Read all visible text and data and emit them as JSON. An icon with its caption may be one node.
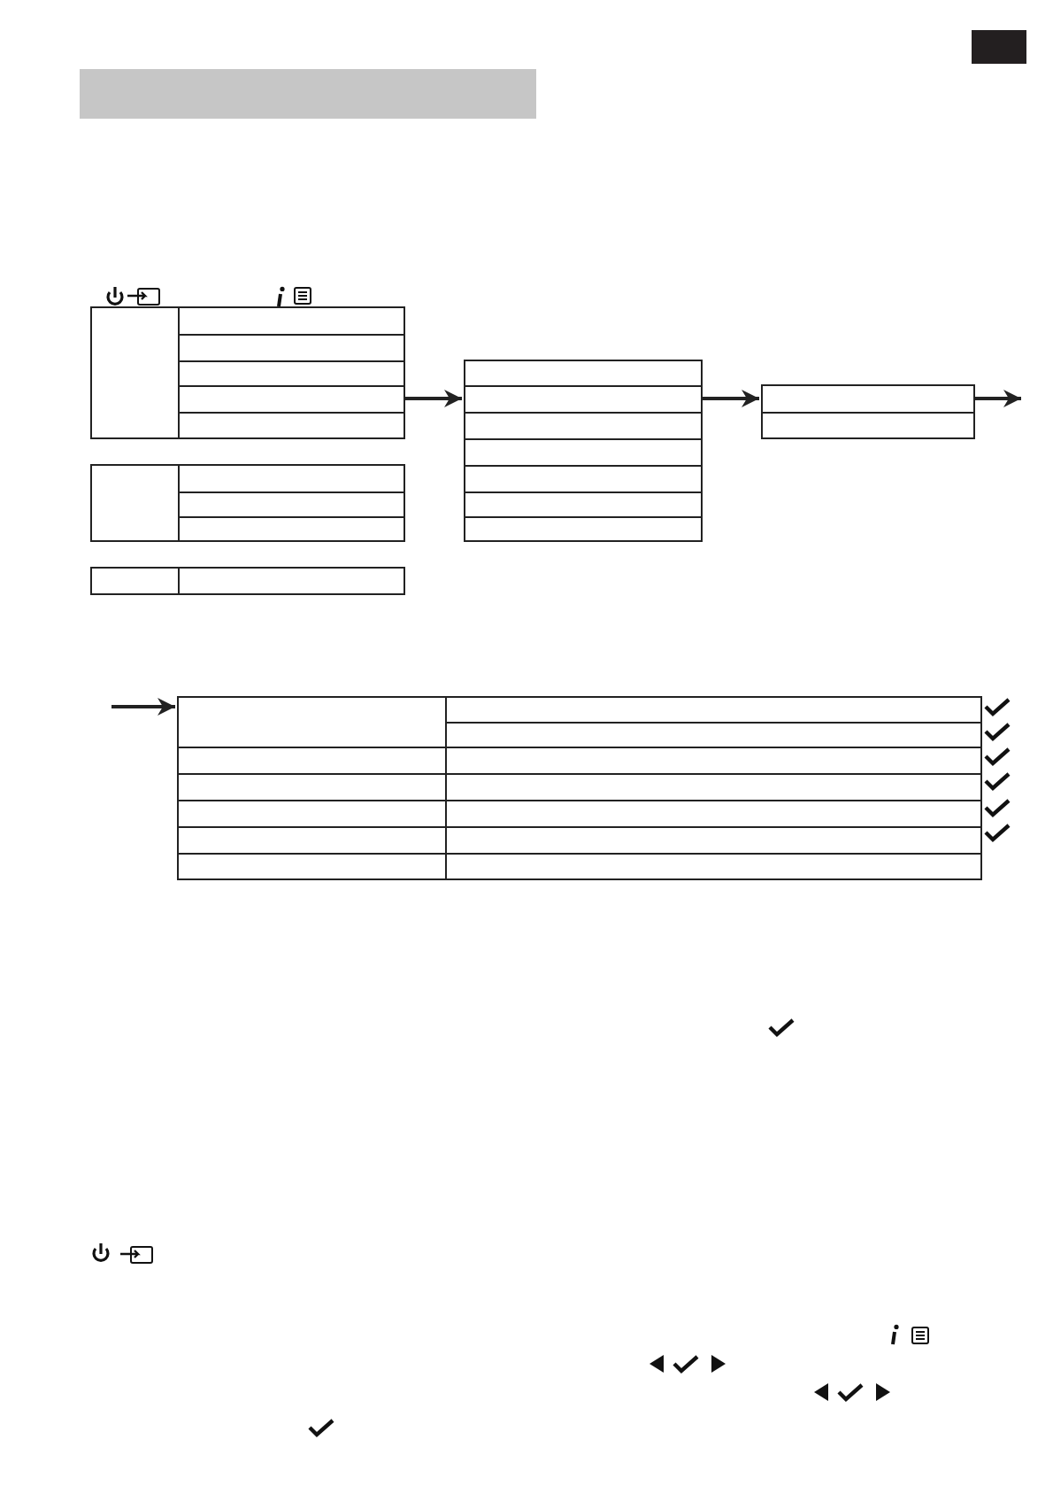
{
  "diagram": {
    "nodes": [
      {
        "text": [],
        "shape": "box"
      },
      {
        "text": [],
        "shape": "box"
      },
      {
        "text": [],
        "shape": "box"
      },
      {
        "text": [],
        "shape": "box"
      },
      {
        "text": [],
        "shape": "box"
      },
      {
        "text": [],
        "shape": "box"
      }
    ],
    "edges": [
      {
        "from": 0,
        "to": 3,
        "arrow": "to"
      },
      {
        "from": 3,
        "to": 4,
        "arrow": "to"
      },
      {
        "from": 4,
        "to": null,
        "arrow": "to"
      },
      {
        "from": null,
        "to": 5,
        "arrow": "to"
      }
    ]
  }
}
